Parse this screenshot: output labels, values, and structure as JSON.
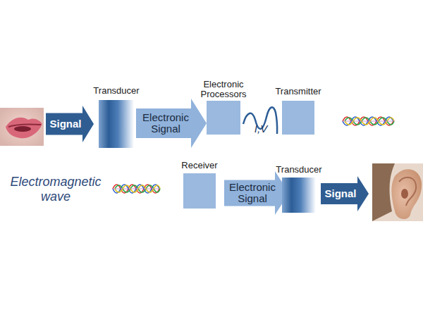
{
  "diagram": {
    "nodes": [
      {
        "text": [
          "Signal"
        ]
      },
      {
        "text": [
          "Transducer"
        ]
      },
      {
        "text": [
          "Electronic Signal"
        ]
      },
      {
        "text": [
          "Electronic Processors"
        ]
      },
      {
        "text": [
          "Transmitter"
        ]
      },
      {
        "text": [
          "Receiver"
        ]
      },
      {
        "text": [
          "Electronic Signal"
        ]
      },
      {
        "text": [
          "Transducer"
        ]
      },
      {
        "text": [
          "Signal"
        ]
      }
    ],
    "labels": [
      "I,V",
      "Electromagnetic wave"
    ]
  }
}
